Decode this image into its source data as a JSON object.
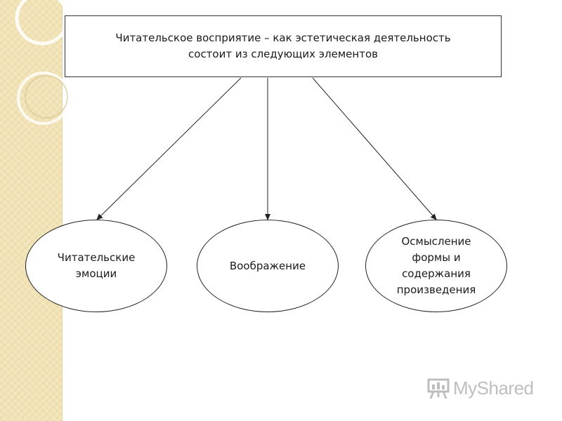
{
  "diagram": {
    "title": "Читательское восприятие – как эстетическая деятельность\nсостоит из следующих элементов",
    "nodes": [
      {
        "label": "Читательские\nэмоции"
      },
      {
        "label": "Воображение"
      },
      {
        "label": "Осмысление\nформы и\nсодержания\nпроизведения"
      }
    ]
  },
  "watermark": {
    "text": "MyShared",
    "icon": "presentation-board-icon"
  },
  "colors": {
    "strip": "#f1e3b6",
    "line": "#222222",
    "text": "#1a1a1a"
  }
}
